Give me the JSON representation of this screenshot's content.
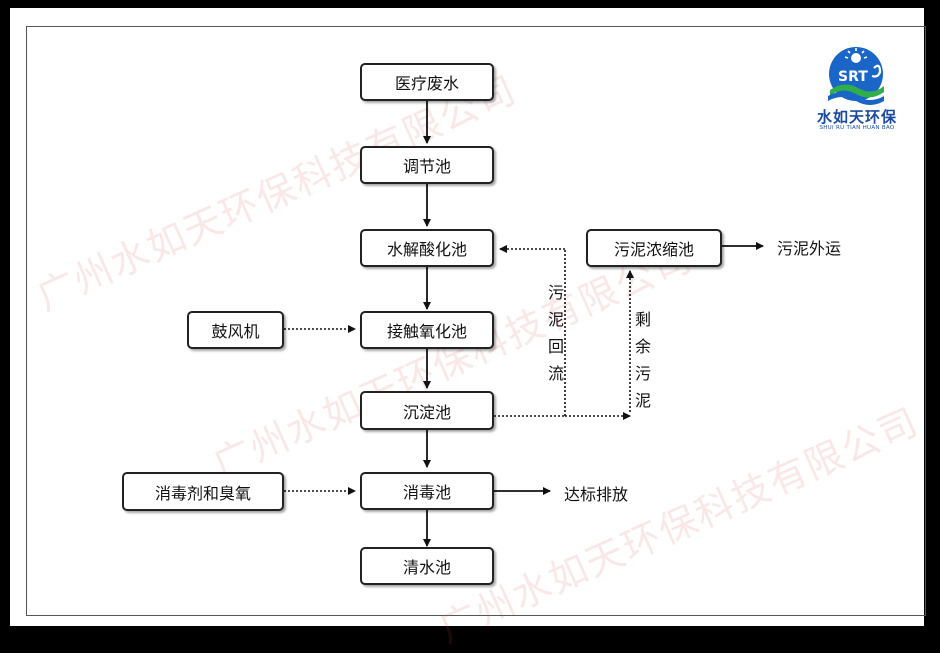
{
  "boxes": {
    "medical_wastewater": "医疗废水",
    "regulating_tank": "调节池",
    "hydrolysis_tank": "水解酸化池",
    "contact_oxidation_tank": "接触氧化池",
    "sedimentation_tank": "沉淀池",
    "disinfection_tank": "消毒池",
    "clear_water_tank": "清水池",
    "blower": "鼓风机",
    "disinfectant_ozone": "消毒剂和臭氧",
    "sludge_thickener": "污泥浓缩池"
  },
  "labels": {
    "sludge_out": "污泥外运",
    "discharge": "达标排放",
    "sludge_return": [
      "污",
      "泥",
      "回",
      "流"
    ],
    "excess_sludge": [
      "剩",
      "余",
      "污",
      "泥"
    ]
  },
  "watermark": "广州水如天环保科技有限公司",
  "logo": {
    "brand": "SRT",
    "name": "水如天环保",
    "pinyin": "SHUI RU TIAN HUAN BAO",
    "colors": {
      "blue": "#1a66c8",
      "green": "#2fae4a",
      "dark_blue": "#1a4aa0"
    }
  }
}
